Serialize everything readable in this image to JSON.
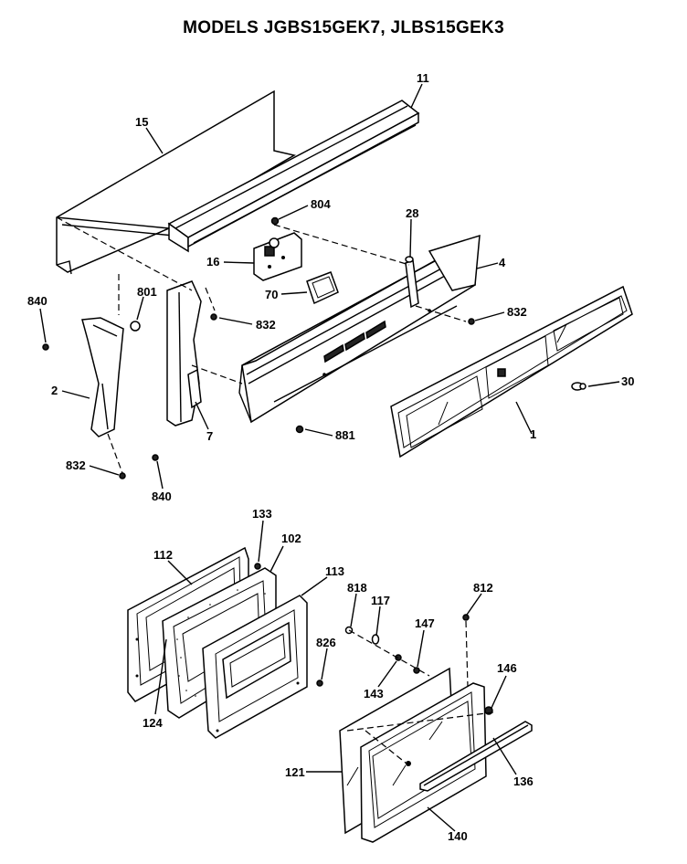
{
  "title": "MODELS JGBS15GEK7, JLBS15GEK3",
  "callouts": {
    "c11": "11",
    "c15": "15",
    "c804": "804",
    "c28": "28",
    "c16": "16",
    "c4": "4",
    "c840a": "840",
    "c801": "801",
    "c70": "70",
    "c832a": "832",
    "c832b": "832",
    "c2": "2",
    "c7": "7",
    "c881": "881",
    "c1": "1",
    "c30": "30",
    "c832c": "832",
    "c840b": "840",
    "c133": "133",
    "c102": "102",
    "c112": "112",
    "c113": "113",
    "c818": "818",
    "c117": "117",
    "c812": "812",
    "c147": "147",
    "c826": "826",
    "c124": "124",
    "c143": "143",
    "c146": "146",
    "c121": "121",
    "c136": "136",
    "c140": "140"
  }
}
